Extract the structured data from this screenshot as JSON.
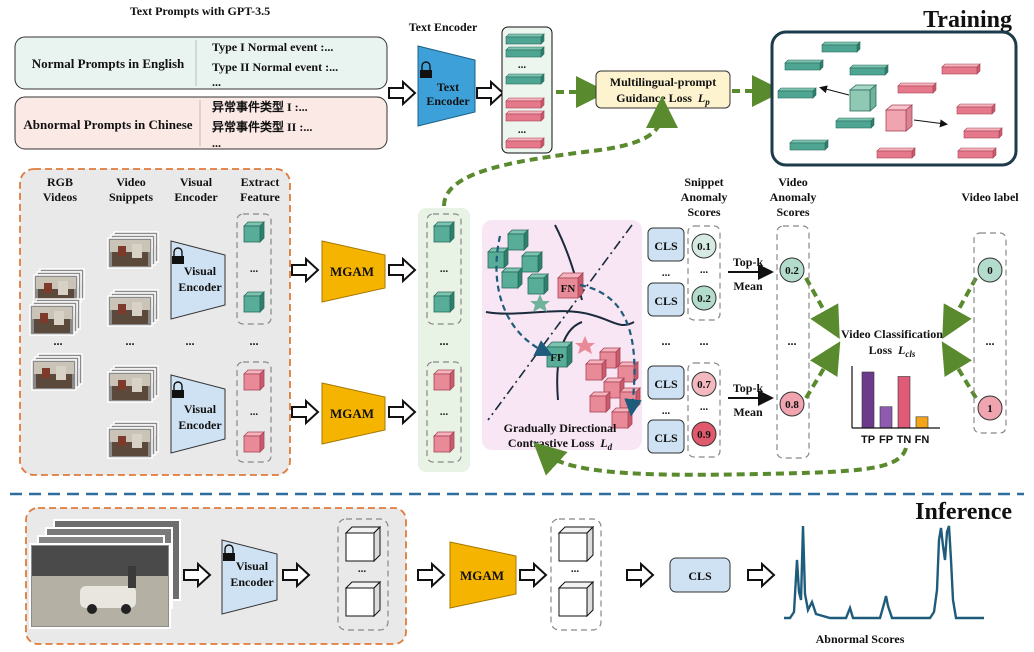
{
  "training": {
    "title": "Training",
    "text_prompts_header": "Text Prompts with GPT-3.5",
    "normal_prompts": "Normal Prompts in English",
    "normal_type1": "Type I   Normal event :...",
    "normal_type2": "Type II Normal event :...",
    "normal_more": "...",
    "abnormal_prompts": "Abnormal Prompts in Chinese",
    "abnormal_type1": "异常事件类型  I  :...",
    "abnormal_type2": "异常事件类型  II :...",
    "abnormal_more": "...",
    "text_encoder_header": "Text Encoder",
    "text_encoder_line1": "Text",
    "text_encoder_line2": "Encoder",
    "guidance_loss_line1": "Multilingual-prompt",
    "guidance_loss_line2": "Guidance Loss",
    "guidance_loss_symbol": "L",
    "guidance_loss_sub": "p",
    "col_rgb_line1": "RGB",
    "col_rgb_line2": "Videos",
    "col_snip_line1": "Video",
    "col_snip_line2": "Snippets",
    "col_venc_line1": "Visual",
    "col_venc_line2": "Encoder",
    "col_feat_line1": "Extract",
    "col_feat_line2": "Feature",
    "visual_line1": "Visual",
    "visual_line2": "Encoder",
    "mgam": "MGAM",
    "cls": "CLS",
    "fn": "FN",
    "fp": "FP",
    "contrastive_line1": "Gradually Directional",
    "contrastive_line2": "Contrastive Loss",
    "contrastive_symbol": "L",
    "contrastive_sub": "d",
    "snippet_scores_l1": "Snippet",
    "snippet_scores_l2": "Anomaly",
    "snippet_scores_l3": "Scores",
    "video_scores_l1": "Video",
    "video_scores_l2": "Anomaly",
    "video_scores_l3": "Scores",
    "snippet_scores": [
      "0.1",
      "0.2",
      "0.7",
      "0.9"
    ],
    "topk": "Top-k",
    "mean": "Mean",
    "video_scores": [
      "0.2",
      "0.8"
    ],
    "video_label_header": "Video label",
    "video_labels": [
      "0",
      "1"
    ],
    "cls_loss_line1": "Video Classification",
    "cls_loss_line2": "Loss",
    "cls_loss_symbol": "L",
    "cls_loss_sub": "cls",
    "bar_labels": [
      "TP",
      "FP",
      "TN",
      "FN"
    ],
    "bar_values": [
      1.0,
      0.38,
      0.92,
      0.2
    ],
    "bar_colors": [
      "#6b3a8c",
      "#8e5bb0",
      "#e05b78",
      "#f2a51a"
    ],
    "ellipsis": "...",
    "dots": "..."
  },
  "inference": {
    "title": "Inference",
    "visual_line1": "Visual",
    "visual_line2": "Encoder",
    "mgam": "MGAM",
    "cls": "CLS",
    "abnormal_scores": "Abnormal Scores"
  },
  "colors": {
    "green_cube": "#3f9a87",
    "red_cube": "#e07b8a",
    "arrow_green": "#5a8a2e",
    "mgam": "#f5b400",
    "text_encoder": "#3ea0d8",
    "cls_box": "#cfe2f3",
    "curve": "#1f5b7a"
  }
}
